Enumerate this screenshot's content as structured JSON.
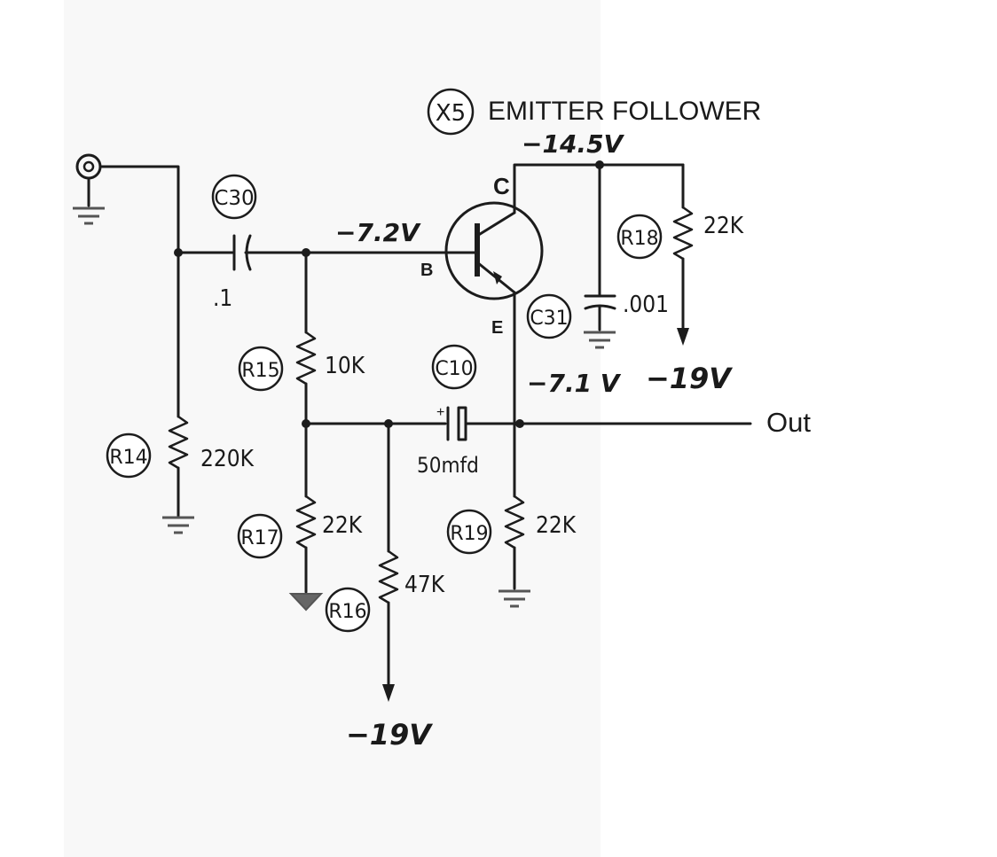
{
  "title": "EMITTER FOLLOWER",
  "stage_ref": "X5",
  "voltages": {
    "collector": "−14.5V",
    "base": "−7.2V",
    "emitter": "−7.1 V",
    "supply_right": "−19V",
    "supply_bottom": "−19V"
  },
  "pins": {
    "collector": "C",
    "base": "B",
    "emitter": "E"
  },
  "components": {
    "c30": {
      "ref": "C30",
      "value": ".1"
    },
    "c31": {
      "ref": "C31",
      "value": ".001"
    },
    "c10": {
      "ref": "C10",
      "value": "50mfd"
    },
    "r14": {
      "ref": "R14",
      "value": "220K"
    },
    "r15": {
      "ref": "R15",
      "value": "10K"
    },
    "r16": {
      "ref": "R16",
      "value": "47K"
    },
    "r17": {
      "ref": "R17",
      "value": "22K"
    },
    "r18": {
      "ref": "R18",
      "value": "22K"
    },
    "r19": {
      "ref": "R19",
      "value": "22K"
    }
  },
  "output_label": "Out"
}
